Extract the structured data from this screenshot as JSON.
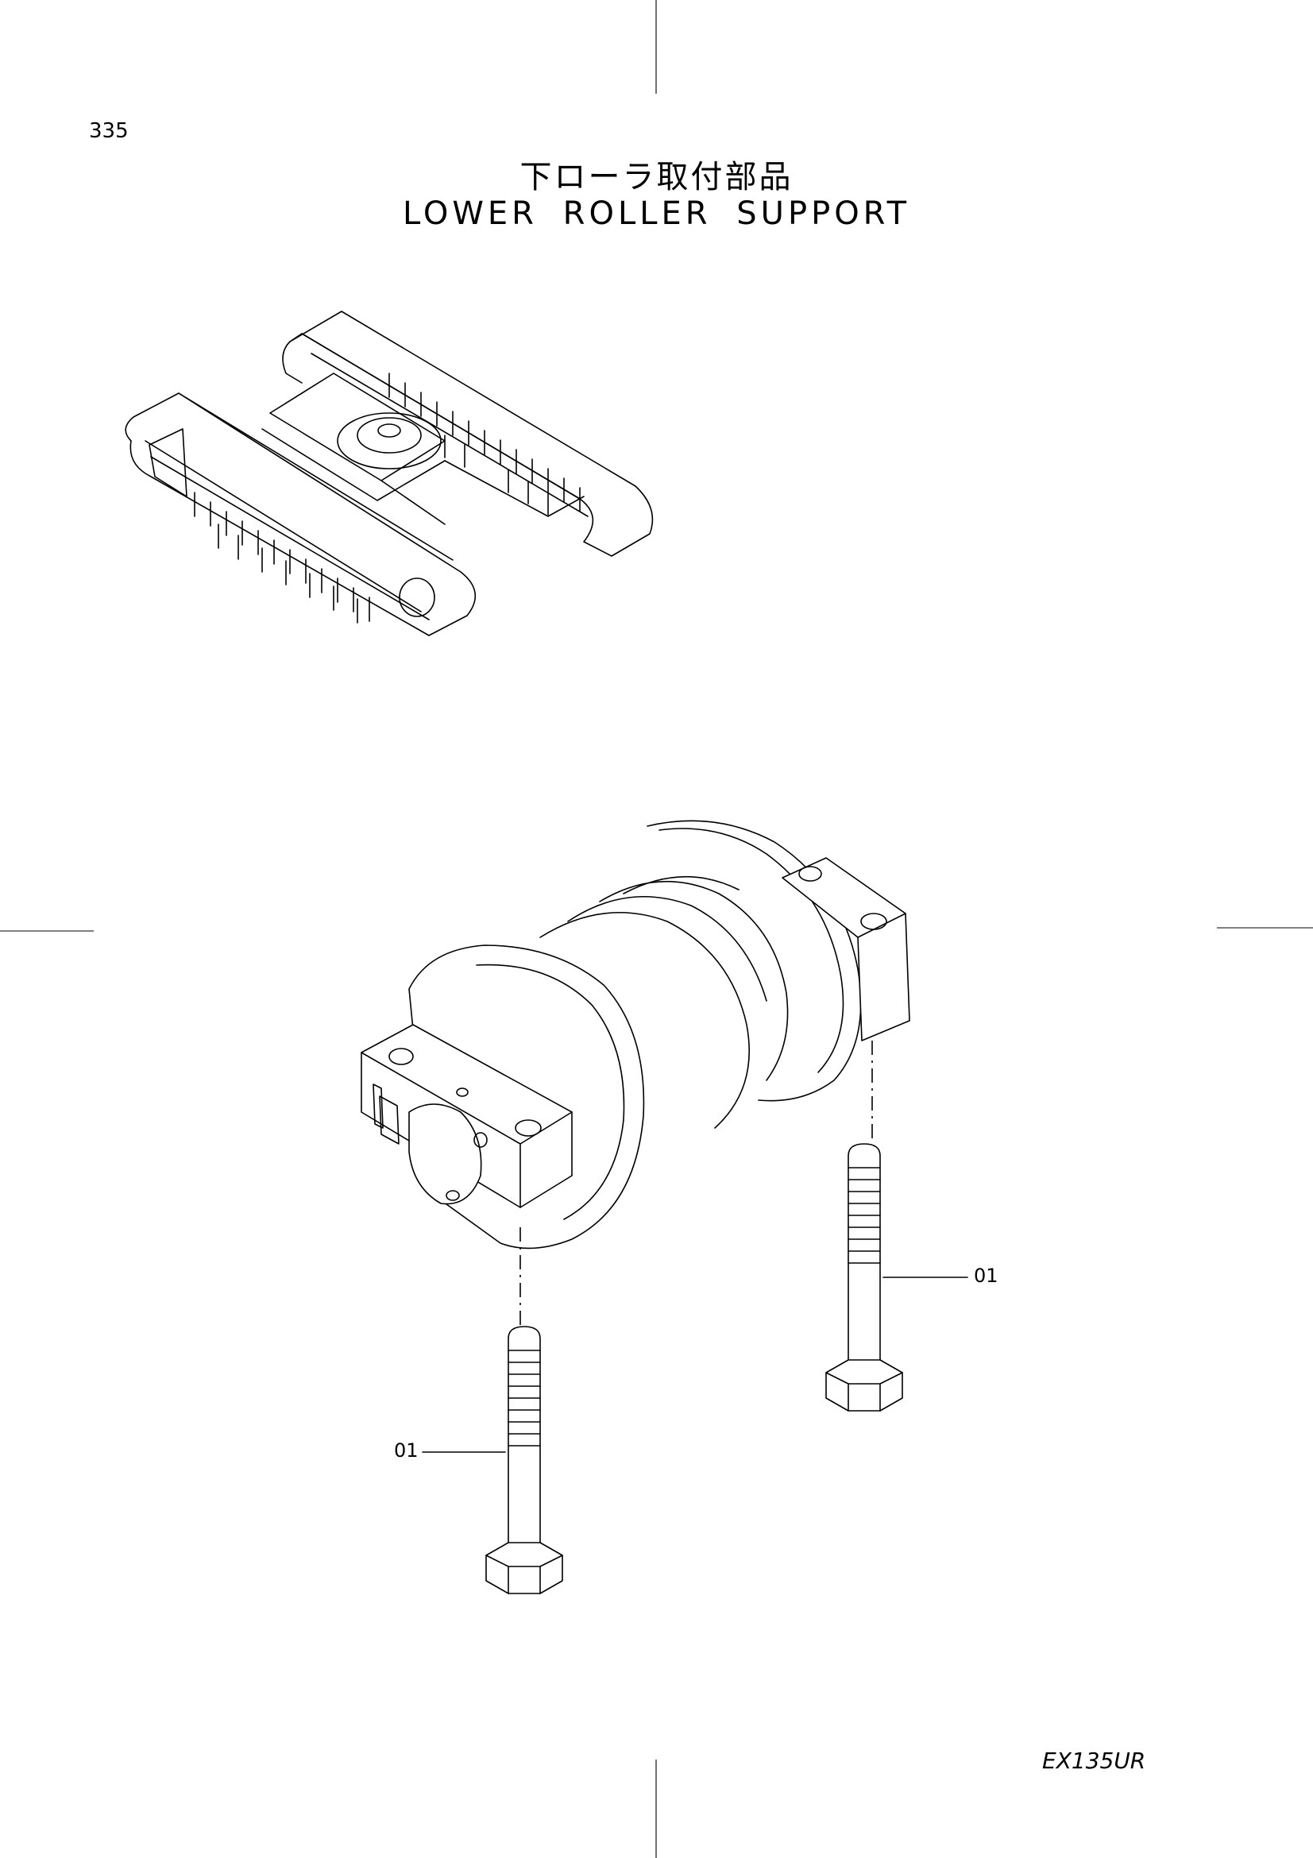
{
  "header": {
    "page_number": "335",
    "title_jp": "下ローラ取付部品",
    "title_en": "LOWER ROLLER SUPPORT"
  },
  "callouts": [
    {
      "label": "01"
    },
    {
      "label": "01"
    }
  ],
  "footer": {
    "model": "EX135UR"
  }
}
